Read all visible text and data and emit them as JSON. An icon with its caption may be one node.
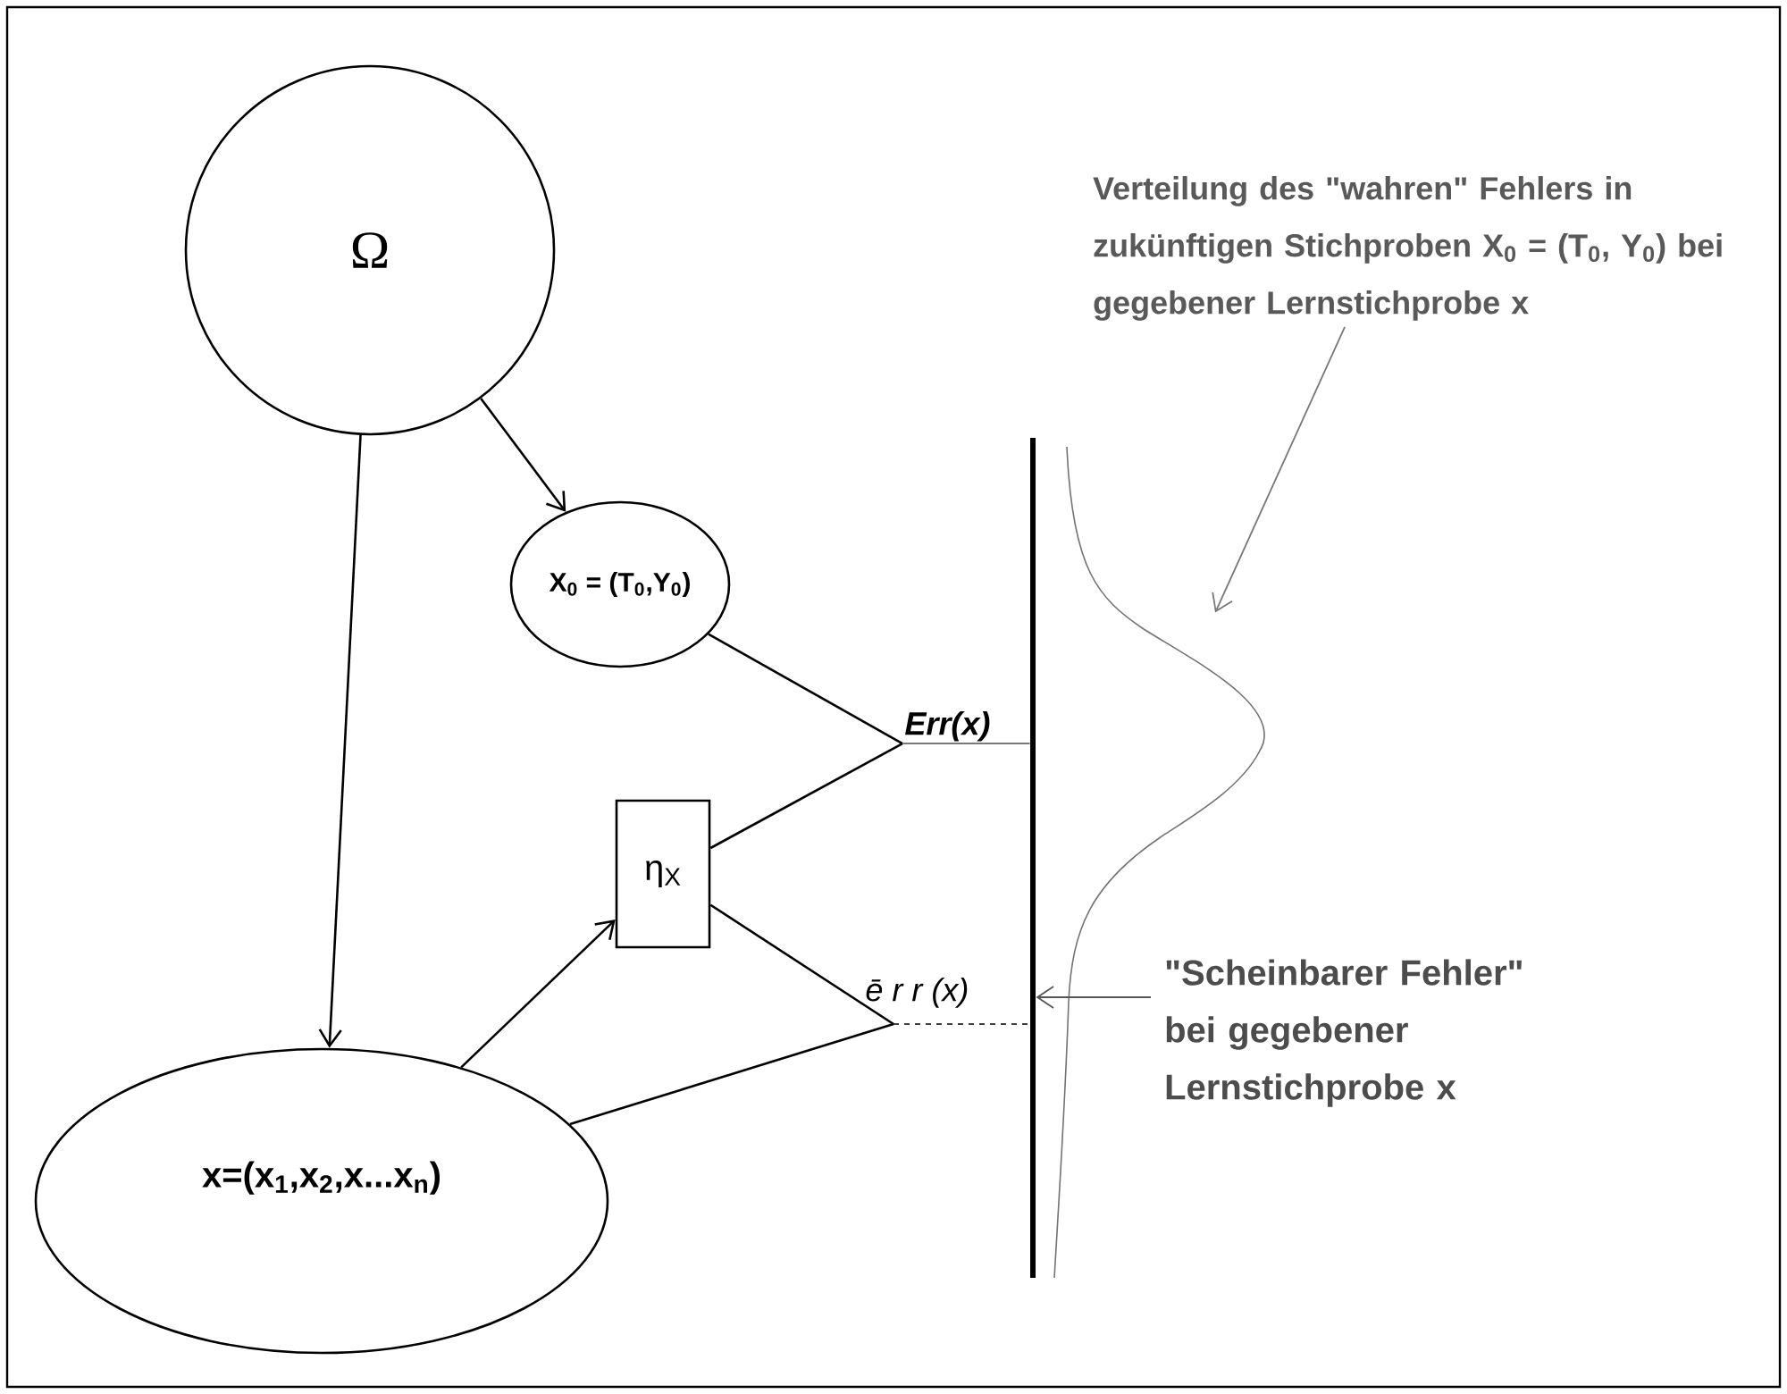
{
  "diagram": {
    "nodes": [
      {
        "text": [
          "Ω"
        ]
      },
      {
        "text": [
          "X$_{0}$ = (T$_{0}$,Y$_{0}$)"
        ]
      },
      {
        "text": [
          "η$_{X}$"
        ]
      },
      {
        "text": [
          "x=(x$_{1}$,x$_{2}$,x...x$_{n}$)"
        ]
      },
      {
        "text": [
          "Err(x)"
        ]
      },
      {
        "text": [
          "ē r r (x)"
        ]
      },
      {
        "text": [],
        "shape": "bar"
      },
      {
        "text": [
          "Verteilung des \"wahren\" Fehlers in zukünftigen Stichproben X$_{0}$ = (T$_{0}$, Y$_{0}$) bei gegebener Lernstichprobe x"
        ]
      },
      {
        "text": [],
        "shape": "curve"
      },
      {
        "text": [
          "\"Scheinbarer Fehler\" bei gegebener Lernstichprobe x"
        ]
      }
    ],
    "edges": [
      {
        "from": 0,
        "to": 1,
        "arrow": "to"
      },
      {
        "from": 0,
        "to": 3,
        "arrow": "to"
      },
      {
        "from": 3,
        "to": 2,
        "arrow": "to"
      },
      {
        "from": 1,
        "to": 4,
        "arrow": "none"
      },
      {
        "from": 2,
        "to": 4,
        "arrow": "none"
      },
      {
        "from": 2,
        "to": 5,
        "arrow": "none"
      },
      {
        "from": 3,
        "to": 5,
        "arrow": "none"
      },
      {
        "from": 4,
        "to": 6,
        "arrow": "none",
        "color": "#777777"
      },
      {
        "from": 5,
        "to": 6,
        "arrow": "none",
        "style": "dashed"
      },
      {
        "from": 7,
        "to": 8,
        "arrow": "to",
        "color": "#777777"
      },
      {
        "from": 9,
        "to": 6,
        "arrow": "to",
        "color": "#555555"
      }
    ]
  }
}
